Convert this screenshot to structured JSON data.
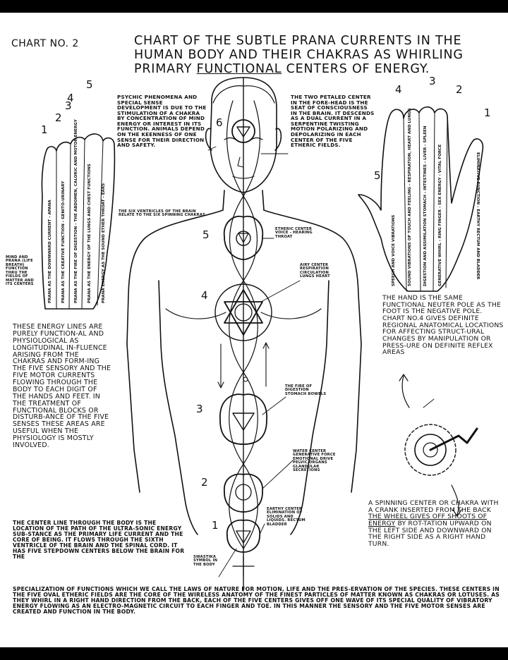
{
  "header": {
    "chart_no": "CHART NO. 2",
    "title_line1": "CHART OF THE SUBTLE PRANA CURRENTS IN THE",
    "title_line2": "HUMAN BODY AND THEIR CHAKRAS AS WHIRLING",
    "title_line3_pre": "PRIMARY ",
    "title_line3_u": "FUNCTIONAL",
    "title_line3_post": " CENTERS OF ENERGY."
  },
  "annotations": {
    "psychic": "PSYCHIC PHENOMENA AND SPECIAL SENSE DEVELOPMENT IS DUE TO THE STIMULATION OF A CHAKRA BY CONCENTRATION OF MIND ENERGY OR INTEREST IN ITS FUNCTION. ANIMALS DEPEND ON THE KEENNESS OF ONE SENSE FOR THEIR DIRECTION AND SAFETY.",
    "ventricles": "THE SIX VENTRICLES OF THE BRAIN RELATE TO THE SIX SPINNING CHAKRAS",
    "two_petaled": "THE TWO PETALED CENTER IN THE FORE-HEAD IS THE SEAT OF CONSCIOUSNESS IN THE BRAIN. IT DESCENDS AS A DUAL CURRENT IN A SERPENTINE TWISTING MOTION POLARIZING AND DEPOLARIZING IN EACH CENTER OF THE FIVE ETHERIC FIELDS.",
    "mind_prana": "MIND AND PRANA (LIFE BREATH) FUNCTION THRU THE FIELDS OF MATTER AND ITS CENTERS",
    "etheric": "ETHERIC CENTER VOICE - HEARING THROAT",
    "airy": "AIRY CENTER RESPIRATION CIRCULATION LUNGS HEART",
    "hand_neuter": "THE HAND IS THE SAME FUNCTIONAL NEUTER POLE AS THE FOOT IS THE NEGATIVE POLE. CHART NO.4 GIVES DEFINITE REGIONAL ANATOMICAL LOCATIONS FOR AFFECTING STRUCT-URAL CHANGES BY MANIPULATION OR PRESS-URE ON DEFINITE REFLEX AREAS",
    "energy_lines": "THESE ENERGY LINES ARE PURELY FUNCTION-AL AND PHYSIOLOGICAL AS LONGITUDINAL IN-FLUENCE ARISING FROM THE CHAKRAS AND FORM-ING THE FIVE SENSORY AND THE FIVE MOTOR CURRENTS FLOWING THROUGH THE BODY TO EACH DIGIT OF THE HANDS AND FEET. IN THE TREATMENT OF FUNCTIONAL BLOCKS OR DISTURB-ANCE OF THE FIVE SENSES THESE AREAS ARE USEFUL WHEN THE PHYSIOLOGY IS MOSTLY INVOLVED.",
    "fire": "THE FIRE OF DIGESTION STOMACH BOWELS",
    "water": "WATER CENTER GENERATIVE FORCE EMOTIONAL DRIVE PELVIC ORGANS GLANDULAR SECRETIONS",
    "earthy": "EARTHY CENTER ELIMINATION OF SOLIDS AND LIQUIDS. RECTUM BLADDER",
    "swastika": "SWASTIKA SYMBOL IN THE BODY",
    "spinning": "A SPINNING CENTER OR CHAKRA WITH A CRANK INSERTED FROM THE BACK",
    "spinning_u": "THE WHEEL GIVES OFF SHOOTS OF ENERGY",
    "spinning_rest": " BY ROT-TATION UPWARD ON THE LEFT SIDE AND DOWNWARD ON THE RIGHT SIDE AS A RIGHT HAND TURN.",
    "center_line": "THE CENTER LINE THROUGH THE BODY IS THE LOCATION OF THE PATH OF THE ULTRA-SONIC ENERGY SUB-STANCE AS THE PRIMARY LIFE CURRENT AND THE CORE OF BEING. IT FLOWS THROUGH THE SIXTH VENTRICLE OF THE BRAIN AND THE SPINAL CORD. IT HAS FIVE STEPDOWN CENTERS BELOW THE BRAIN FOR THE",
    "bottom": "SPECIALIZATION OF FUNCTIONS WHICH WE CALL THE LAWS OF NATURE FOR MOTION, LIFE AND THE PRES-ERVATION OF THE SPECIES. THESE CENTERS IN THE FIVE OVAL ETHERIC FIELDS ARE THE CORE OF THE WIRELESS ANATOMY OF THE FINEST PARTICLES OF MATTER KNOWN AS CHAKRAS OR LOTUSES. AS THEY WHIRL IN A RIGHT HAND DIRECTION FROM THE BACK, EACH OF THE FIVE CENTERS GIVES OFF ONE WAVE OF ITS SPECIAL QUALITY OF VIBRATORY ENERGY FLOWING AS AN ELECTRO-MAGNETIC CIRCUIT TO EACH FINGER AND TOE. IN THIS MANNER THE SENSORY AND THE FIVE MOTOR SENSES ARE CREATED AND FUNCTION IN THE BODY."
  },
  "foot_digits": [
    "PRANA AS THE DOWNWARD CURRENT - APANA",
    "PRANA AS THE CREATIVE FUNCTION - GENITO-URINARY",
    "PRANA AS THE FIRE OF DIGESTION - THE ABDOMEN, CALORIC AND MOTOR ENERGY",
    "PRANA AS THE ENERGY OF THE LUNGS AND CHEST FUNCTIONS",
    "PRANA ENERGY AS THE SOUND ETHER THROAT - EARS"
  ],
  "hand_digits": [
    "SPEECH AND VOICE VIBRATIONS",
    "SOUND VIBRATIONS OF TOUCH AND FEELING - RESPIRATION, HEART AND LUNGS",
    "DIGESTION AND ASSIMILATION STOMACH - INTESTINES - LIVER - SPLEEN",
    "GENERATIVE WHIRL - RING FINGER - SEX ENERGY - VITAL FORCE",
    "ELIMINATIVE FUNCTION - EARTHY RECTUM AND BLADDER"
  ],
  "numbers": {
    "foot": [
      "1",
      "2",
      "3",
      "4",
      "5"
    ],
    "hand": [
      "1",
      "2",
      "3",
      "4",
      "5"
    ],
    "body": [
      "6",
      "5",
      "4",
      "3",
      "2",
      "1"
    ]
  }
}
